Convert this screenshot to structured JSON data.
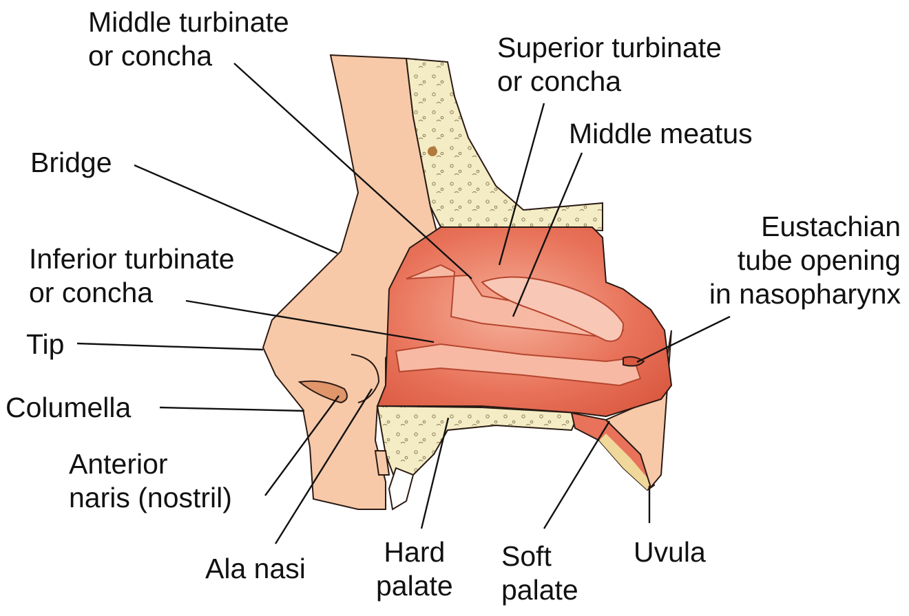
{
  "labels": {
    "middle_turbinate": {
      "line1": "Middle turbinate",
      "line2": "or concha"
    },
    "superior_turbinate": {
      "line1": "Superior turbinate",
      "line2": "or concha"
    },
    "middle_meatus": {
      "line1": "Middle meatus"
    },
    "bridge": {
      "line1": "Bridge"
    },
    "eustachian": {
      "line1": "Eustachian",
      "line2": "tube opening",
      "line3": "in nasopharynx"
    },
    "inferior_turbinate": {
      "line1": "Inferior turbinate",
      "line2": "or concha"
    },
    "tip": {
      "line1": "Tip"
    },
    "columella": {
      "line1": "Columella"
    },
    "anterior_naris": {
      "line1": "Anterior",
      "line2": "naris (nostril)"
    },
    "ala_nasi": {
      "line1": "Ala nasi"
    },
    "hard_palate": {
      "line1": "Hard",
      "line2": "palate"
    },
    "soft_palate": {
      "line1": "Soft",
      "line2": "palate"
    },
    "uvula": {
      "line1": "Uvula"
    }
  },
  "colors": {
    "skin": "#f7c9a8",
    "bone": "#f4ecc4",
    "mucosa": "#e8735a",
    "mucosa_highlight": "#f7b9a3",
    "outline": "#2a1a14"
  }
}
